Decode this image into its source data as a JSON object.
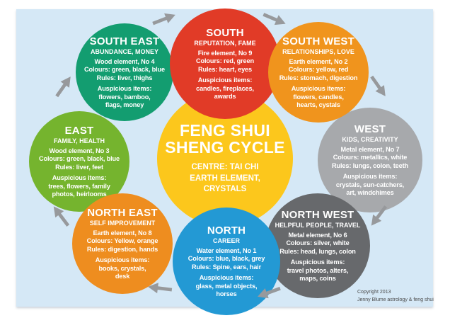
{
  "colors": {
    "background": "#d5e8f6",
    "arrow": "#97999c",
    "copyright": "#4a4a4a"
  },
  "center": {
    "color": "#fcc71c",
    "title_lines": [
      "FENG SHUI",
      "SHENG CYCLE"
    ],
    "subtitle_lines": [
      "CENTRE: TAI CHI",
      "EARTH ELEMENT,",
      "CRYSTALS"
    ]
  },
  "circles": [
    {
      "direction": "south",
      "color": "#e13b27",
      "name": "SOUTH",
      "subtitle": "REPUTATION, FAME",
      "details": [
        "Fire element, No 9",
        "Colours: red, green",
        "Rules: heart, eyes"
      ],
      "auspicious": [
        "Auspicious items:",
        "candles, fireplaces,",
        "awards"
      ]
    },
    {
      "direction": "south-west",
      "color": "#f0941d",
      "name": "SOUTH WEST",
      "subtitle": "RELATIONSHIPS, LOVE",
      "details": [
        "Earth element, No 2",
        "Colours: yellow, red",
        "Rules: stomach, digestion"
      ],
      "auspicious": [
        "Auspicious items:",
        "flowers, candles,",
        "hearts, cystals"
      ]
    },
    {
      "direction": "west",
      "color": "#a7a9ac",
      "name": "WEST",
      "subtitle": "KIDS, CREATIVITY",
      "details": [
        "Metal element, No 7",
        "Colours: metallics, white",
        "Rules: lungs, colon, teeth"
      ],
      "auspicious": [
        "Auspicious items:",
        "crystals, sun-catchers,",
        "art, windchimes"
      ]
    },
    {
      "direction": "north-west",
      "color": "#67696c",
      "name": "NORTH WEST",
      "subtitle": "HELPFUL PEOPLE, TRAVEL",
      "details": [
        "Metal element, No 6",
        "Colours: silver, white",
        "Rules: head, lungs, colon"
      ],
      "auspicious": [
        "Auspicious items:",
        "travel photos, alters,",
        "maps, coins"
      ]
    },
    {
      "direction": "north",
      "color": "#2399d4",
      "name": "NORTH",
      "subtitle": "CAREER",
      "details": [
        "Water element, No 1",
        "Colours: blue, black, grey",
        "Rules: Spine, ears, hair"
      ],
      "auspicious": [
        "Auspicious items:",
        "glass, metal objects,",
        "horses"
      ]
    },
    {
      "direction": "north-east",
      "color": "#ee8d1f",
      "name": "NORTH EAST",
      "subtitle": "SELF IMPROVEMENT",
      "details": [
        "Earth element, No 8",
        "Colours: Yellow, orange",
        "Rules: digestion, hands"
      ],
      "auspicious": [
        "Auspicious items:",
        "books, crystals,",
        "desk"
      ]
    },
    {
      "direction": "east",
      "color": "#75b42e",
      "name": "EAST",
      "subtitle": "FAMILY, HEALTH",
      "details": [
        "Wood element, No 3",
        "Colours: green, black, blue",
        "Rules: liver, feet"
      ],
      "auspicious": [
        "Auspicious items:",
        "trees, flowers, family",
        "photos, heirlooms"
      ]
    },
    {
      "direction": "south-east",
      "color": "#139d70",
      "name": "SOUTH EAST",
      "subtitle": "ABUNDANCE, MONEY",
      "details": [
        "Wood element, No 4",
        "Colours: green, black, blue",
        "Rules: liver, thighs"
      ],
      "auspicious": [
        "Auspicious items:",
        "flowers, bamboo,",
        "flags, money"
      ]
    }
  ],
  "arrows": [
    {
      "name": "arrow-east-to-southeast"
    },
    {
      "name": "arrow-southeast-to-south"
    },
    {
      "name": "arrow-south-to-southwest"
    },
    {
      "name": "arrow-southwest-to-west"
    },
    {
      "name": "arrow-west-to-northwest"
    },
    {
      "name": "arrow-northwest-to-north"
    },
    {
      "name": "arrow-north-to-northeast"
    },
    {
      "name": "arrow-northeast-to-east"
    }
  ],
  "footer": {
    "lines": [
      "Copyright 2013",
      "Jenny Blume astrology & feng shui"
    ]
  }
}
